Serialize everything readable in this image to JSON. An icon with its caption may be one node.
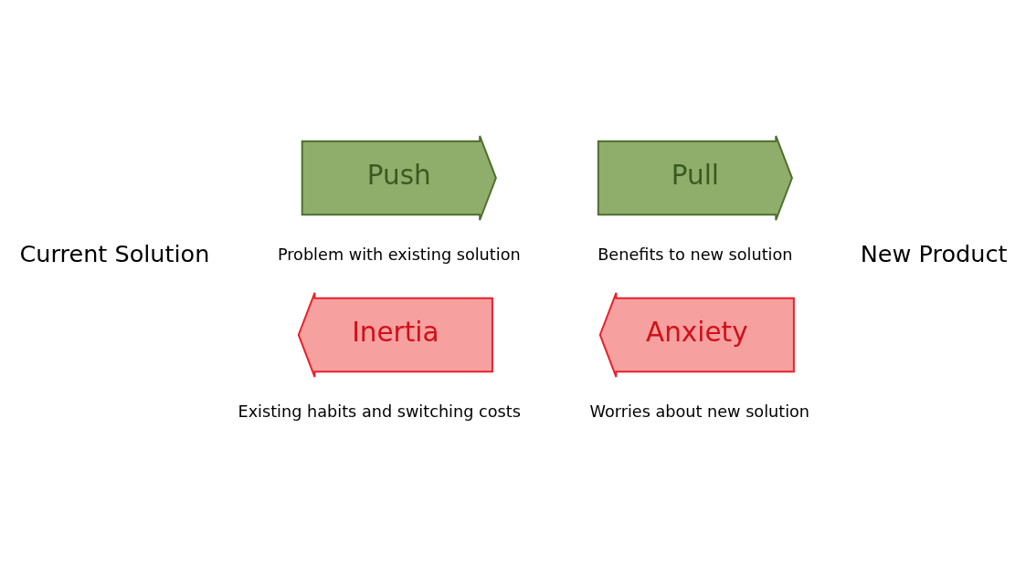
{
  "diagram": {
    "nodes": [
      {
        "text": [
          "Push"
        ],
        "beside": [
          "Problem with existing solution"
        ]
      },
      {
        "text": [
          "Pull"
        ],
        "beside": [
          "Benefits to new solution"
        ]
      },
      {
        "text": [
          "Inertia"
        ],
        "beside": [
          "Existing habits and switching costs"
        ]
      },
      {
        "text": [
          "Anxiety"
        ],
        "beside": [
          "Worries about new solution"
        ]
      }
    ],
    "labels": [
      "Current Solution",
      "New Product"
    ]
  }
}
